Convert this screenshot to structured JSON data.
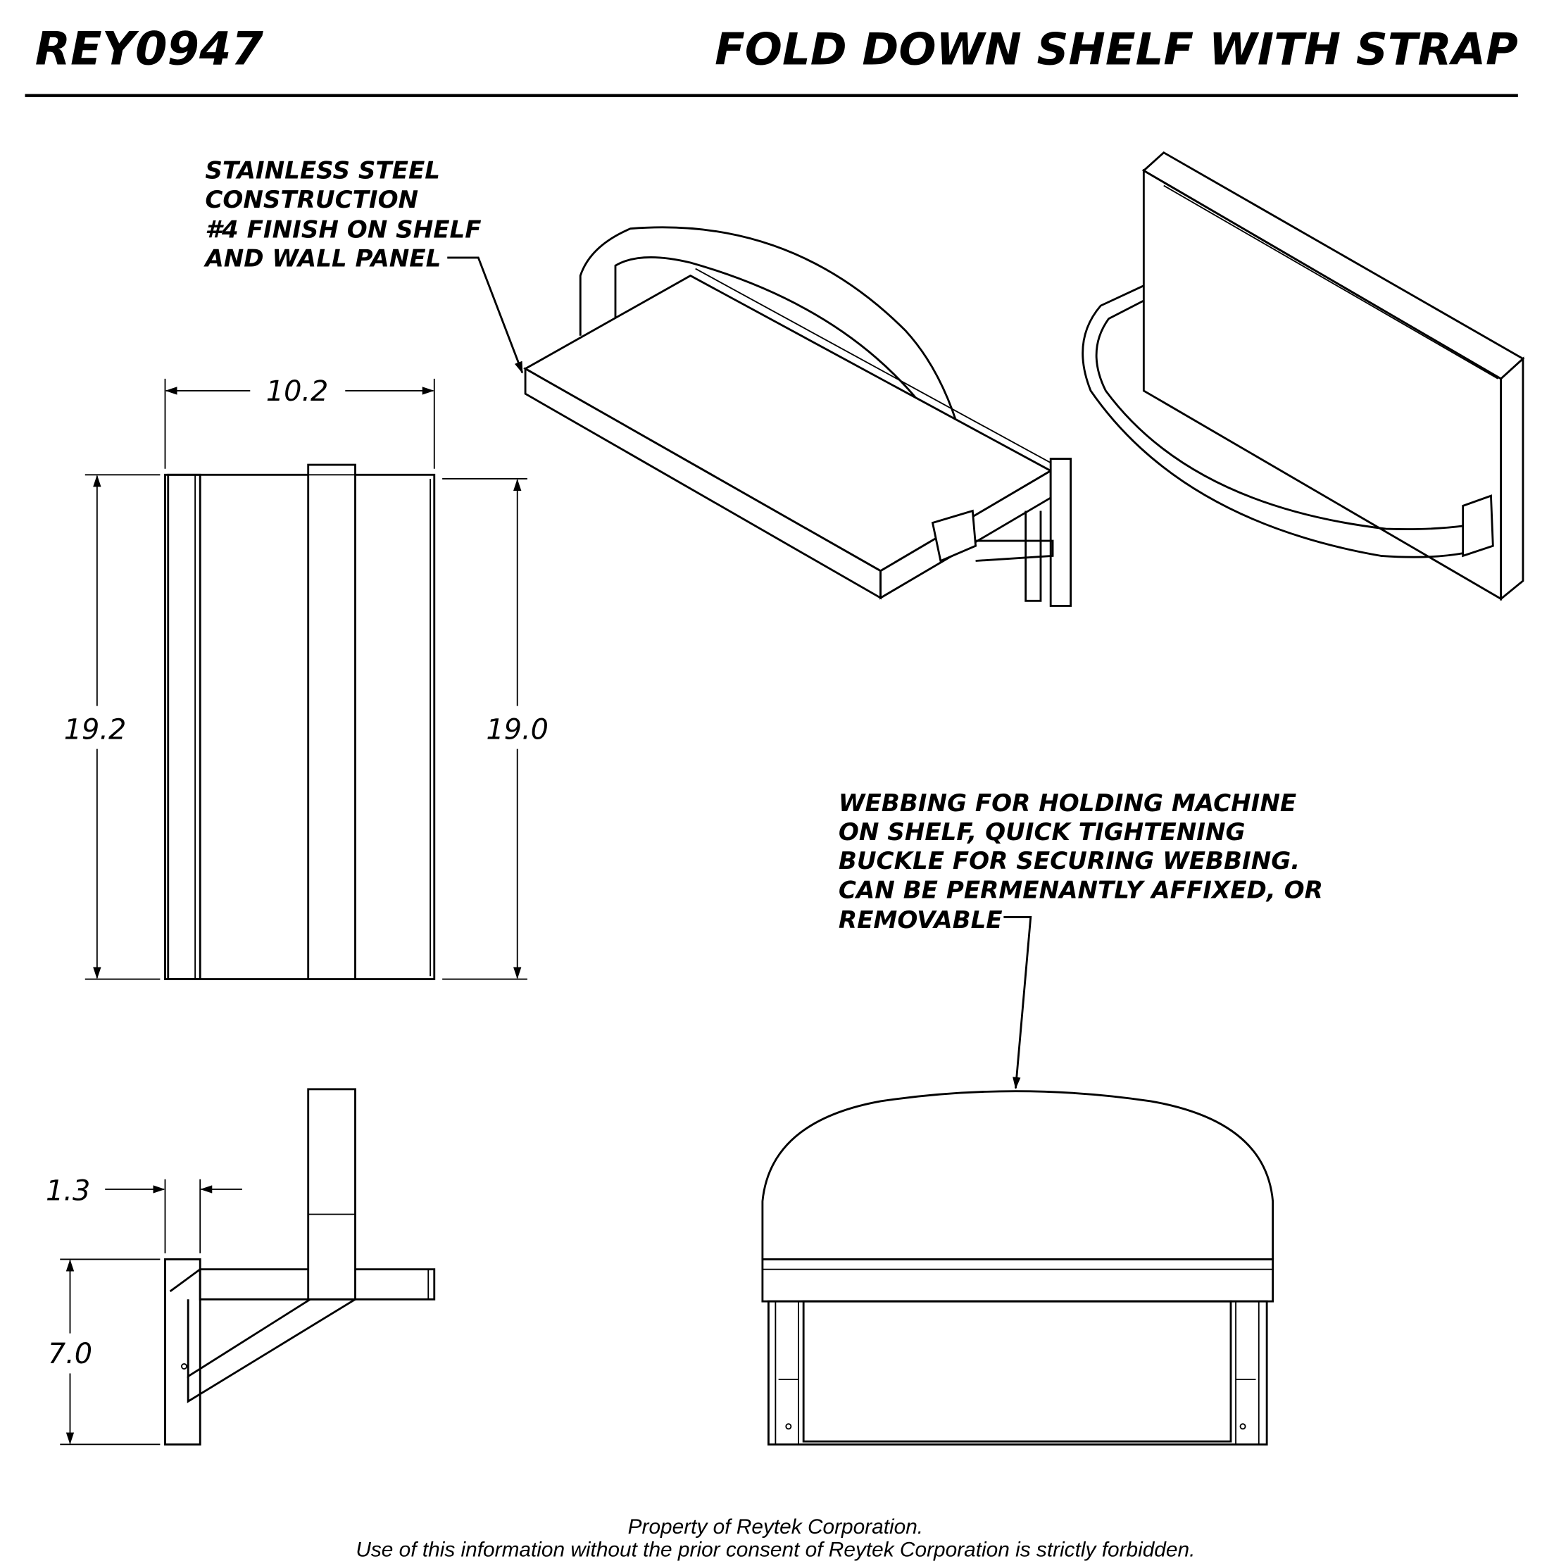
{
  "header": {
    "part_number": "REY0947",
    "title": "FOLD DOWN SHELF WITH STRAP"
  },
  "notes": {
    "material": [
      "STAINLESS STEEL",
      "CONSTRUCTION",
      "#4 FINISH ON SHELF",
      "AND WALL PANEL"
    ],
    "webbing": [
      "WEBBING FOR HOLDING MACHINE",
      "ON SHELF, QUICK TIGHTENING",
      "BUCKLE FOR SECURING WEBBING.",
      "CAN BE PERMENANTLY AFFIXED, OR",
      "REMOVABLE"
    ]
  },
  "dimensions": {
    "width": "10.2",
    "height_left": "19.2",
    "height_right": "19.0",
    "panel_thickness": "1.3",
    "depth": "7.0"
  },
  "footer": {
    "line1": "Property of Reytek Corporation.",
    "line2": "Use of this information without the prior consent of Reytek Corporation is strictly forbidden."
  }
}
